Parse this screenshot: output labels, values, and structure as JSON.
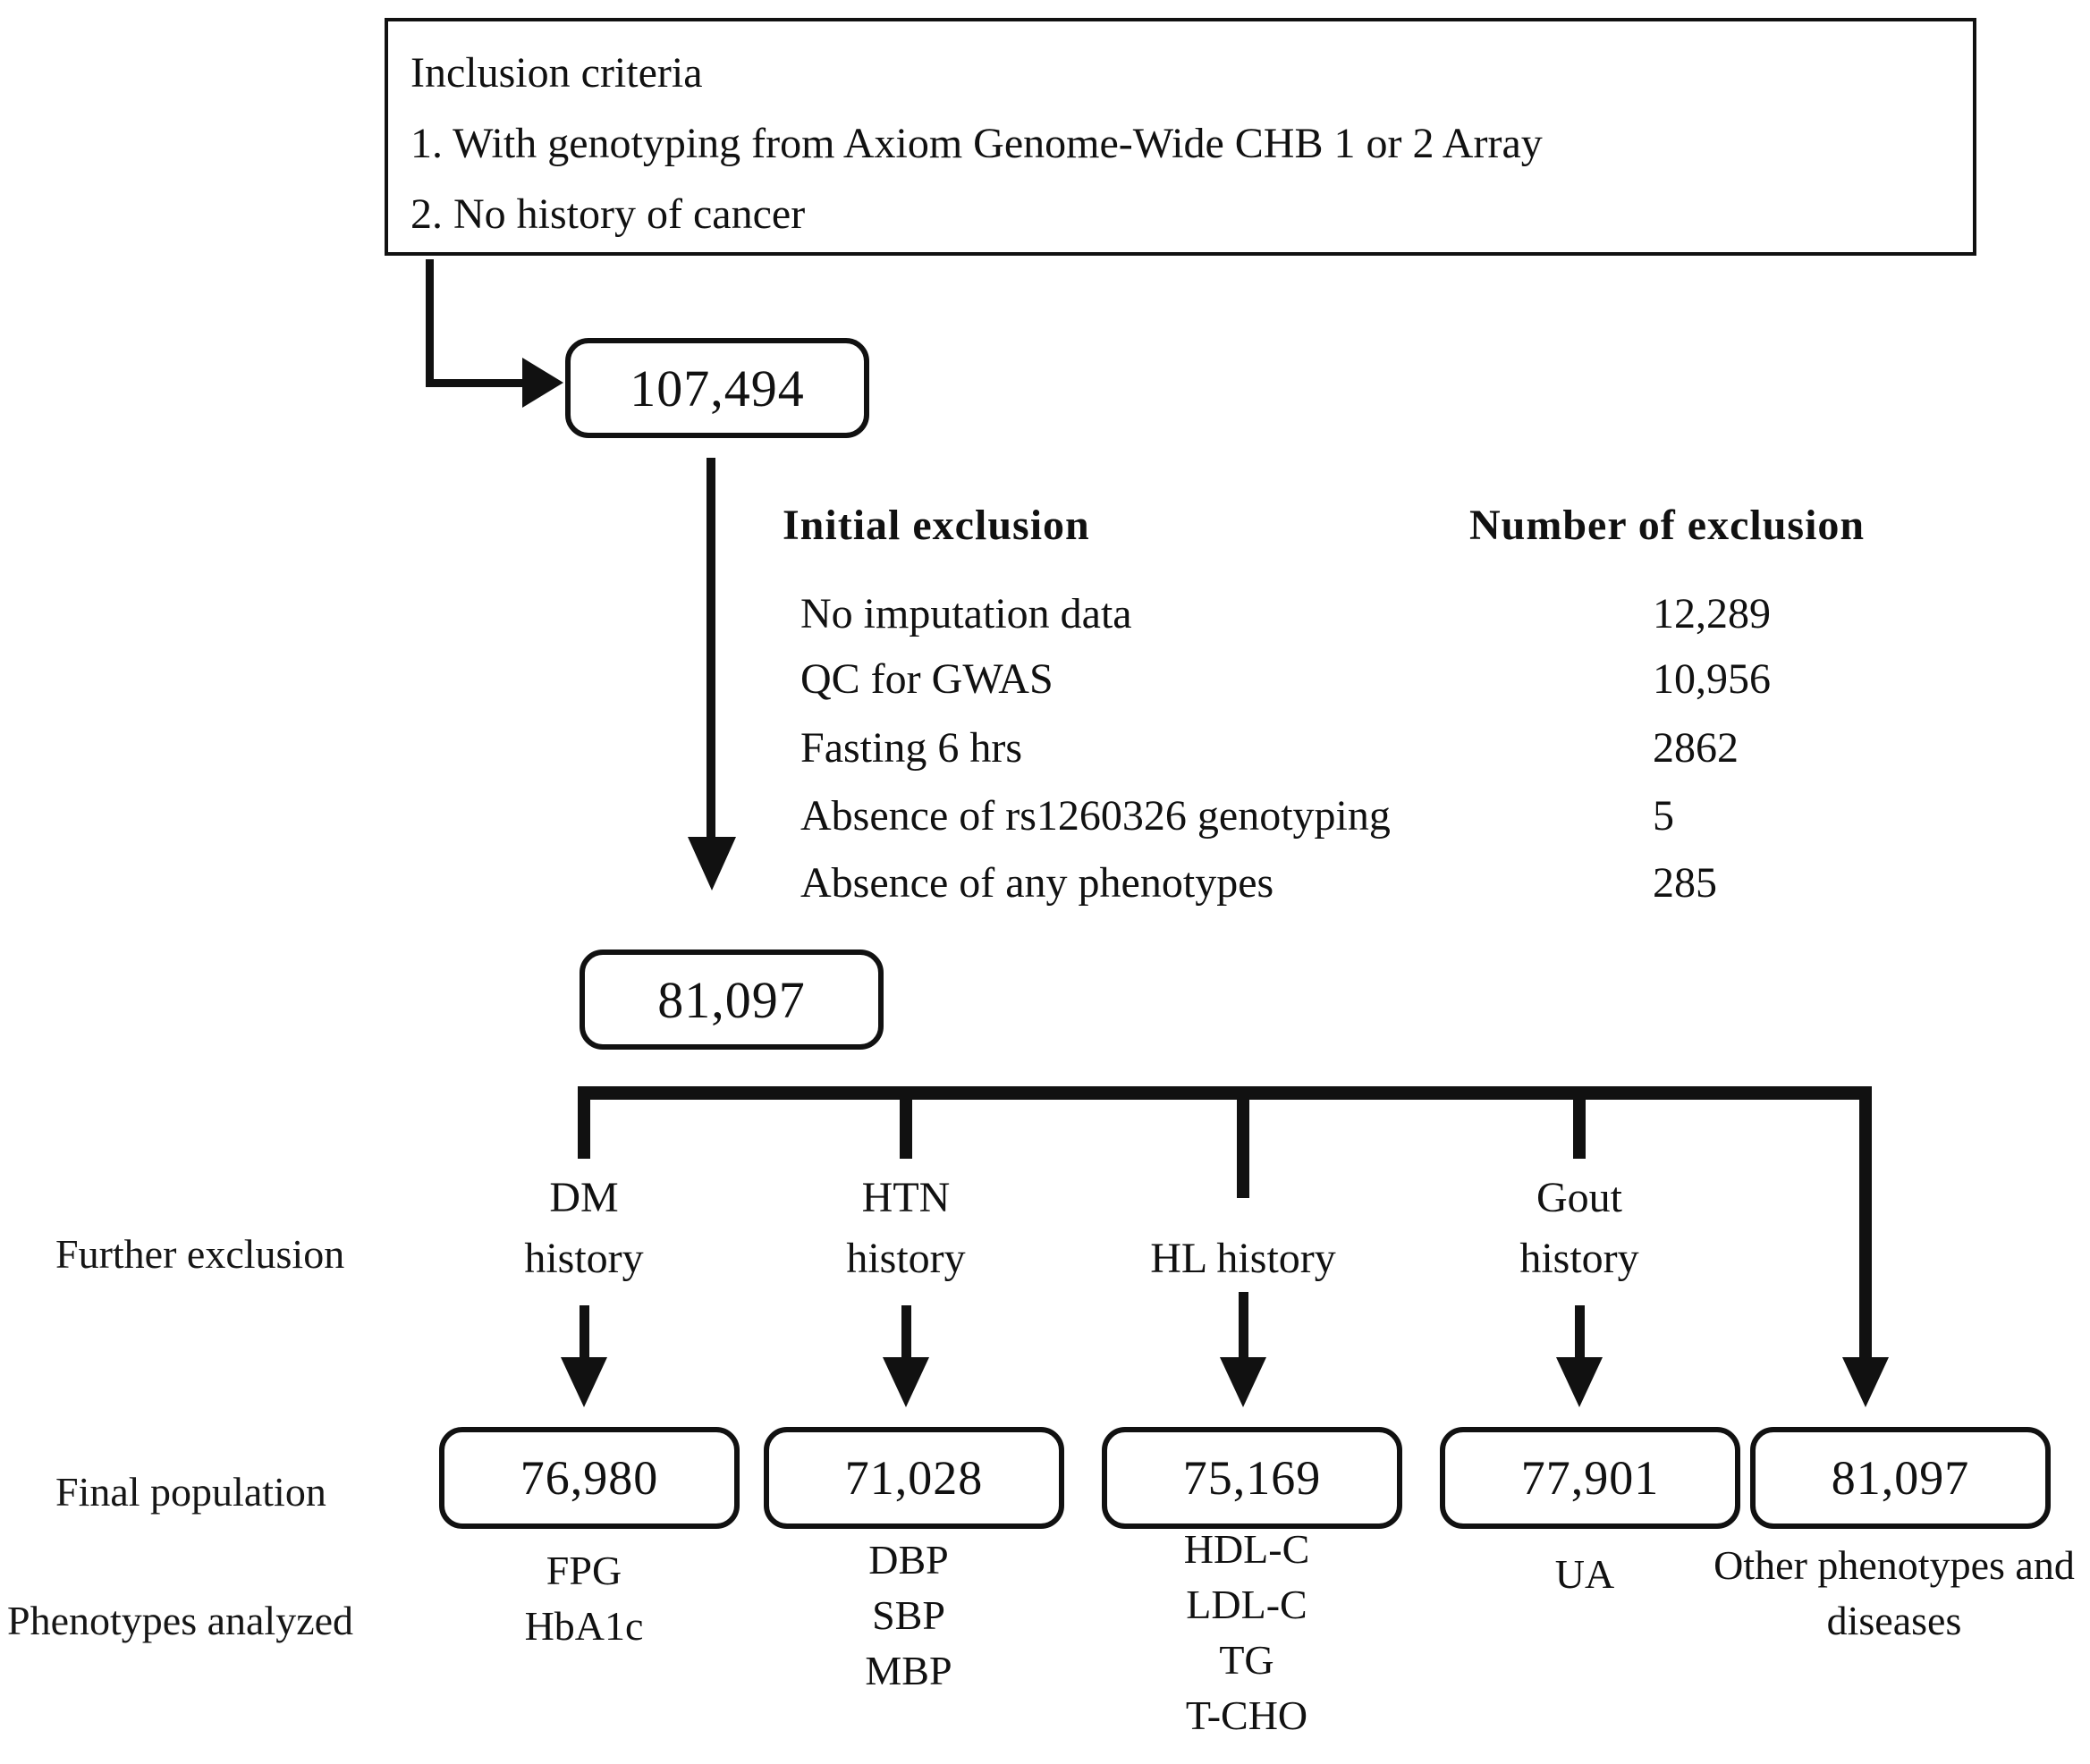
{
  "inclusion_box": {
    "title": "Inclusion criteria",
    "items": [
      "1. With genotyping from Axiom Genome-Wide CHB 1 or 2 Array",
      "2. No history of cancer"
    ]
  },
  "initial_population": "107,494",
  "initial_exclusion": {
    "title": "Initial exclusion",
    "count_title": "Number of exclusion",
    "rows": [
      {
        "label": "No imputation data",
        "count": "12,289"
      },
      {
        "label": "QC for GWAS",
        "count": "10,956"
      },
      {
        "label": "Fasting 6 hrs",
        "count": "2862"
      },
      {
        "label": "Absence of rs1260326 genotyping",
        "count": "5"
      },
      {
        "label": "Absence of any phenotypes",
        "count": "285"
      }
    ]
  },
  "post_exclusion_population": "81,097",
  "side_labels": {
    "further_exclusion": "Further exclusion",
    "final_population": "Final population",
    "phenotypes_analyzed": "Phenotypes analyzed"
  },
  "branches": [
    {
      "exclusion_lines": [
        "DM",
        "history"
      ],
      "final_population": "76,980",
      "phenotypes": [
        "FPG",
        "HbA1c"
      ]
    },
    {
      "exclusion_lines": [
        "HTN",
        "history"
      ],
      "final_population": "71,028",
      "phenotypes": [
        "DBP",
        "SBP",
        "MBP"
      ]
    },
    {
      "exclusion_lines": [
        "HL history"
      ],
      "final_population": "75,169",
      "phenotypes": [
        "HDL-C",
        "LDL-C",
        "TG",
        "T-CHO"
      ]
    },
    {
      "exclusion_lines": [
        "Gout",
        "history"
      ],
      "final_population": "77,901",
      "phenotypes": [
        "UA"
      ]
    },
    {
      "exclusion_lines": [],
      "final_population": "81,097",
      "phenotypes": [
        "Other phenotypes and diseases"
      ]
    }
  ],
  "colors": {
    "ink": "#111111",
    "background": "#ffffff"
  }
}
